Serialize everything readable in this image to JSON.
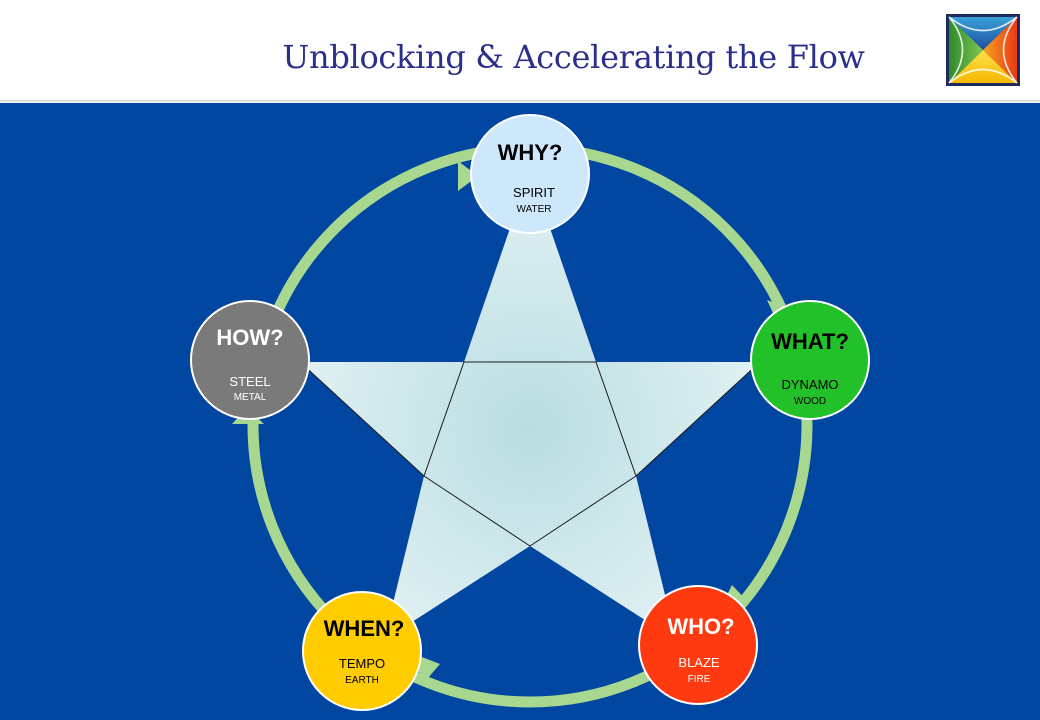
{
  "title": "Unblocking & Accelerating the Flow",
  "nodes": [
    {
      "heading": "WHY?",
      "label": "SPIRIT",
      "element": "WATER",
      "fill": "#cde8fb",
      "text_color": "#000000"
    },
    {
      "heading": "WHAT?",
      "label": "DYNAMO",
      "element": "WOOD",
      "fill": "#22c12a",
      "text_color": "#000000"
    },
    {
      "heading": "WHO?",
      "label": "BLAZE",
      "element": "FIRE",
      "fill": "#ff3a10",
      "text_color": "#ffffff"
    },
    {
      "heading": "WHEN?",
      "label": "TEMPO",
      "element": "EARTH",
      "fill": "#ffcc00",
      "text_color": "#000000"
    },
    {
      "heading": "HOW?",
      "label": "STEEL",
      "element": "METAL",
      "fill": "#7a7a7a",
      "text_color": "#ffffff"
    }
  ],
  "colors": {
    "background": "#0146a0",
    "cycle_ring": "#a8d890",
    "star_fill": "#d4ecef",
    "title": "#2b2f8c"
  },
  "icons": {
    "logo": "quadrant-logo-icon",
    "cycle_arrow": "arrowhead-icon"
  }
}
